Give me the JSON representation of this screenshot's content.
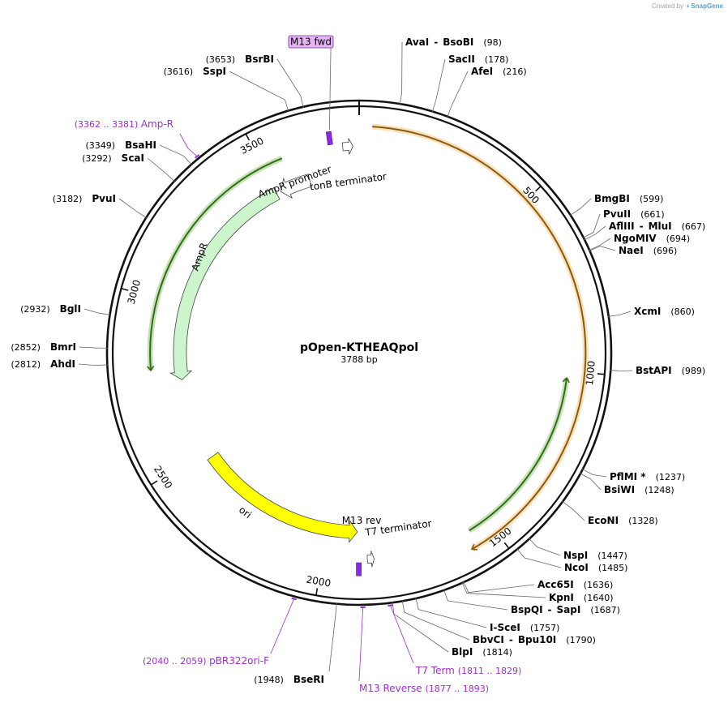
{
  "credit": {
    "prefix": "Created by",
    "brand": "SnapGene"
  },
  "plasmid": {
    "name": "pOpen-KTHEAQpol",
    "size_label": "3788 bp",
    "length": 3788
  },
  "ticks": [
    {
      "label": "500",
      "pos": 500
    },
    {
      "label": "1000",
      "pos": 1000
    },
    {
      "label": "1500",
      "pos": 1500
    },
    {
      "label": "2000",
      "pos": 2000
    },
    {
      "label": "2500",
      "pos": 2500
    },
    {
      "label": "3000",
      "pos": 3000
    },
    {
      "label": "3500",
      "pos": 3500
    }
  ],
  "features": [
    {
      "id": "orf-orange",
      "label": "",
      "start": 35,
      "end": 1580,
      "strand": 1,
      "radius": 0.91,
      "color": "#f0a020"
    },
    {
      "id": "orf-green-right",
      "label": "",
      "start": 1020,
      "end": 1560,
      "strand": -1,
      "radius": 0.84,
      "color": "#4a9a1a"
    },
    {
      "id": "orf-green-left",
      "label": "",
      "start": 2790,
      "end": 3560,
      "strand": -1,
      "radius": 0.84,
      "color": "#4a9a1a"
    },
    {
      "id": "ampr",
      "label": "AmpR",
      "start": 2750,
      "end": 3500,
      "strand": -1,
      "radius": 0.72,
      "color": "#ccf5cc"
    },
    {
      "id": "ampr-promoter",
      "label": "AmpR promoter",
      "start": 3515,
      "end": 3620,
      "strand": -1,
      "radius": 0.72,
      "color": "#ffffff"
    },
    {
      "id": "ori",
      "label": "ori",
      "start": 1900,
      "end": 2470,
      "strand": -1,
      "radius": 0.72,
      "color": "#ffff00"
    },
    {
      "id": "tonb",
      "label": "tonB terminator",
      "start": 3740,
      "end": 3770,
      "strand": 1,
      "radius": 0.83,
      "color": "#ffffff"
    },
    {
      "id": "t7term-feat",
      "label": "T7 terminator",
      "start": 1850,
      "end": 1870,
      "strand": -1,
      "radius": 0.83,
      "color": "#ffffff"
    }
  ],
  "primers": [
    {
      "name": "M13 fwd",
      "range": "",
      "pos": 3705,
      "marker_radius": 0.87,
      "style": "boxed"
    },
    {
      "name": "M13 rev",
      "range": "",
      "pos": 1895,
      "marker_radius": 0.87,
      "style": "plain"
    },
    {
      "name": "Amp-R",
      "range": "(3362 .. 3381)",
      "pos": 3372,
      "marker_radius": 1.06,
      "style": "left"
    },
    {
      "name": "pBR322ori-F",
      "range": "(2040 .. 2059)",
      "pos": 2050,
      "marker_radius": 1.06,
      "style": "left"
    },
    {
      "name": "T7 Term",
      "range": "(1811 .. 1829)",
      "pos": 1820,
      "marker_radius": 1.06,
      "style": "right"
    },
    {
      "name": "M13 Reverse",
      "range": "(1877 .. 1893)",
      "pos": 1885,
      "marker_radius": 1.06,
      "style": "right"
    }
  ],
  "enzymes_right": [
    {
      "name": "AvaI",
      "name2": "BsoBI",
      "pos_label": "(98)",
      "pos": 98
    },
    {
      "name": "SacII",
      "name2": "",
      "pos_label": "(178)",
      "pos": 178
    },
    {
      "name": "AfeI",
      "name2": "",
      "pos_label": "(216)",
      "pos": 216
    },
    {
      "name": "BmgBI",
      "name2": "",
      "pos_label": "(599)",
      "pos": 599
    },
    {
      "name": "PvuII",
      "name2": "",
      "pos_label": "(661)",
      "pos": 661
    },
    {
      "name": "AflIII",
      "name2": "MluI",
      "pos_label": "(667)",
      "pos": 667
    },
    {
      "name": "NgoMIV",
      "name2": "",
      "pos_label": "(694)",
      "pos": 694
    },
    {
      "name": "NaeI",
      "name2": "",
      "pos_label": "(696)",
      "pos": 696
    },
    {
      "name": "XcmI",
      "name2": "",
      "pos_label": "(860)",
      "pos": 860
    },
    {
      "name": "BstAPI",
      "name2": "",
      "pos_label": "(989)",
      "pos": 989
    },
    {
      "name": "PflMI *",
      "name2": "",
      "pos_label": "(1237)",
      "pos": 1237
    },
    {
      "name": "BsiWI",
      "name2": "",
      "pos_label": "(1248)",
      "pos": 1248
    },
    {
      "name": "EcoNI",
      "name2": "",
      "pos_label": "(1328)",
      "pos": 1328
    },
    {
      "name": "NspI",
      "name2": "",
      "pos_label": "(1447)",
      "pos": 1447
    },
    {
      "name": "NcoI",
      "name2": "",
      "pos_label": "(1485)",
      "pos": 1485
    },
    {
      "name": "Acc65I",
      "name2": "",
      "pos_label": "(1636)",
      "pos": 1636
    },
    {
      "name": "KpnI",
      "name2": "",
      "pos_label": "(1640)",
      "pos": 1640
    },
    {
      "name": "BspQI",
      "name2": "SapI",
      "pos_label": "(1687)",
      "pos": 1687
    },
    {
      "name": "I-SceI",
      "name2": "",
      "pos_label": "(1757)",
      "pos": 1757
    },
    {
      "name": "BbvCI",
      "name2": "Bpu10I",
      "pos_label": "(1790)",
      "pos": 1790
    },
    {
      "name": "BlpI",
      "name2": "",
      "pos_label": "(1814)",
      "pos": 1814
    }
  ],
  "enzymes_left": [
    {
      "name": "BseRI",
      "pos_label": "(1948)",
      "pos": 1948
    },
    {
      "name": "AhdI",
      "pos_label": "(2812)",
      "pos": 2812
    },
    {
      "name": "BmrI",
      "pos_label": "(2852)",
      "pos": 2852
    },
    {
      "name": "BglI",
      "pos_label": "(2932)",
      "pos": 2932
    },
    {
      "name": "PvuI",
      "pos_label": "(3182)",
      "pos": 3182
    },
    {
      "name": "ScaI",
      "pos_label": "(3292)",
      "pos": 3292
    },
    {
      "name": "BsaHI",
      "pos_label": "(3349)",
      "pos": 3349
    },
    {
      "name": "SspI",
      "pos_label": "(3616)",
      "pos": 3616
    },
    {
      "name": "BsrBI",
      "pos_label": "(3653)",
      "pos": 3653
    }
  ]
}
